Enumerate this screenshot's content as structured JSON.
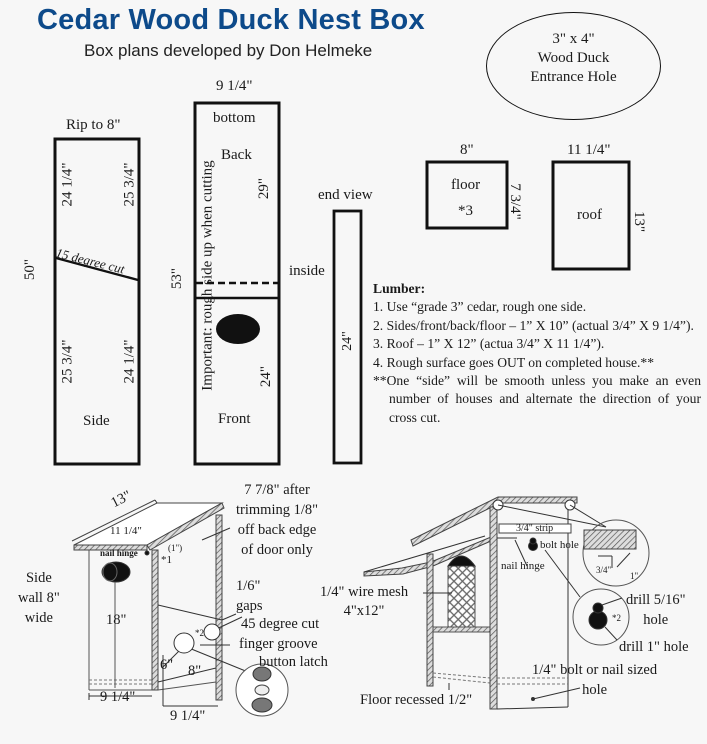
{
  "header": {
    "title": "Cedar Wood Duck Nest Box",
    "subtitle": "Box plans developed by Don Helmeke",
    "title_color": "#0d4a8a"
  },
  "entrance_hole": {
    "line1": "3\" x 4\"",
    "line2": "Wood Duck",
    "line3": "Entrance Hole"
  },
  "side_board": {
    "top_label": "Rip to 8\"",
    "total_length": "50\"",
    "upper_left": "24 1/4\"",
    "upper_right": "25 3/4\"",
    "cut_label": "15 degree cut",
    "lower_left": "25 3/4\"",
    "lower_right": "24 1/4\"",
    "name": "Side"
  },
  "back_front_board": {
    "width_label": "9 1/4\"",
    "bottom_label": "bottom",
    "back_label": "Back",
    "back_length": "29\"",
    "total_length": "53\"",
    "front_label": "Front",
    "front_length": "24\"",
    "note": "Important:  rough side up when cutting"
  },
  "end_view": {
    "title": "end view",
    "inside_label": "inside",
    "length": "24\""
  },
  "floor": {
    "width": "8\"",
    "name": "floor",
    "note": "*3",
    "height": "7 3/4\""
  },
  "roof": {
    "width": "11 1/4\"",
    "name": "roof",
    "height": "13\""
  },
  "lumber": {
    "heading": "Lumber:",
    "items": [
      "1. Use “grade 3” cedar, rough one side.",
      "2. Sides/front/back/floor – 1” X 10” (actual 3/4” X 9 1/4”).",
      "3. Roof – 1” X 12” (actua 3/4” X 11 1/4”).",
      "4. Rough surface goes OUT on completed house.**"
    ],
    "footnote": "**One “side” will be smooth unless you make an even number of houses and alternate the direction of your cross cut."
  },
  "left_drawing": {
    "roof_length": "13\"",
    "roof_width": "11 1/4\"",
    "nail_hinge": "nail hinge",
    "small_dim": "(1\")",
    "marker1": "*1",
    "marker2": "*2",
    "trim_note": [
      "7 7/8\" after",
      "trimming 1/8\"",
      "off back edge",
      "of door only"
    ],
    "side_wall": [
      "Side",
      "wall 8\"",
      "wide"
    ],
    "height": "18\"",
    "gaps": [
      "1/6\"",
      "gaps"
    ],
    "cut_45": "45 degree cut",
    "finger_groove": "finger groove",
    "button_latch": "button latch",
    "dim_6": "6\"",
    "dim_8": "8\"",
    "base_left": "9 1/4\"",
    "base_right": "9 1/4\""
  },
  "right_drawing": {
    "strip": "3/4\"  strip",
    "bolt_hole": "bolt hole",
    "nail_hinge": "nail hinge",
    "wire_mesh": [
      "1/4\" wire mesh",
      "4\"x12\""
    ],
    "detail_34": "3/4\"",
    "detail_1": "1\"",
    "drill_516": [
      "drill 5/16\"",
      "hole"
    ],
    "marker2": "*2",
    "drill_1": "drill 1\" hole",
    "bolt_nail": [
      "1/4\" bolt or nail sized",
      "hole"
    ],
    "floor_recessed": "Floor recessed 1/2\""
  }
}
